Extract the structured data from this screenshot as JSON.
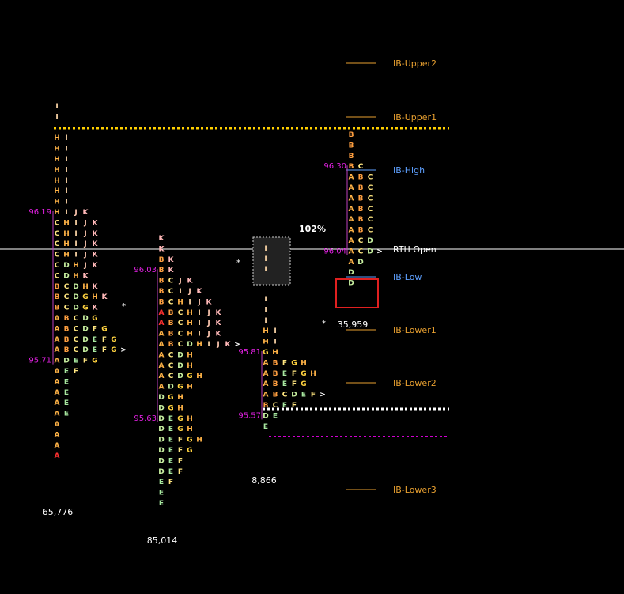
{
  "colors": {
    "background": "#000000",
    "A": "#ffb347",
    "B": "#ff9f40",
    "C": "#ffe680",
    "D": "#c8f0a0",
    "E": "#a8e8a0",
    "F": "#ffe680",
    "G": "#ffd23f",
    "H": "#ffb347",
    "I": "#ffd8a8",
    "J": "#ffc8b0",
    "K": "#ffb8b8",
    "accent_red": "#ff3030",
    "price_label": "#e020e0",
    "value_line": "#c040c0",
    "ib_upper": "#e8a030",
    "ib_high": "#5ea0ff",
    "rth_open": "#ffffff",
    "dotted_yellow": "#ffd000",
    "dotted_white": "#ffffff",
    "dotted_magenta": "#d000d0",
    "highlight_box": "#e02020"
  },
  "chart_data": {
    "type": "market-profile",
    "rows_top_to_bottom": "letters listed per price row",
    "profiles": [
      {
        "rows": [
          "I",
          "I",
          "",
          "HI",
          "HI",
          "HI",
          "HI",
          "HI",
          "HI",
          "HI",
          "HIJK",
          "CHIJK",
          "CHIJK",
          "CHIJK",
          "CHIJK",
          "CDHJK",
          "CDHK",
          "BCDHK",
          "BCDGHK",
          "BCDGK",
          "ABCDG",
          "ABCDFG",
          "ABCDEFG",
          "ABCDEFG>",
          "ADEFG",
          "AEF",
          "AE",
          "AE",
          "AE",
          "AE",
          "A",
          "A",
          "A",
          "A"
        ],
        "marks": [
          {
            "price_label": "96.19",
            "row": 10
          },
          {
            "price_label": "95.71",
            "row": 24
          }
        ],
        "star": "*",
        "volume": "65,776"
      },
      {
        "rows": [
          "K",
          "K",
          "BK",
          "BK",
          "BCJK",
          "BCIJK",
          "BCHIJK",
          "ABCHIJK",
          "ABCHIJK",
          "ABCHIJK",
          "ABCDHIJK>",
          "ACDH",
          "ACDH",
          "ACDGH",
          "ADGH",
          "DGH",
          "DGH",
          "DEGH",
          "DEGH",
          "DEFGH",
          "DEFG",
          "DEF",
          "DEF",
          "EF",
          "E",
          "E"
        ],
        "marks": [
          {
            "price_label": "96.03",
            "row": 3
          },
          {
            "price_label": "95.63",
            "row": 17
          }
        ],
        "star": "*",
        "volume": "85,014"
      },
      {
        "rows": [
          "I",
          "I",
          "I",
          "HI",
          "HI",
          "GH",
          "ABFGH",
          "ABEFGH",
          "ABEFG",
          "ABCDEF>",
          "BCEF",
          "DE",
          "E"
        ],
        "marks": [
          {
            "price_label": "95.81",
            "row": 5
          },
          {
            "price_label": "95.57",
            "row": 11
          }
        ],
        "boxed_rows": [
          "I",
          "I",
          "I"
        ],
        "star": "*",
        "volume": "8,866"
      },
      {
        "rows": [
          "B",
          "B",
          "B",
          "BC",
          "ABC",
          "ABC",
          "ABC",
          "ABC",
          "ABC",
          "ABC",
          "ACD",
          "ACD>",
          "AD",
          "D",
          "D"
        ],
        "marks": [
          {
            "price_label": "96.30",
            "row": 3
          },
          {
            "price_label": "96.04",
            "row": 11
          }
        ],
        "volume": "35,959",
        "pct_label": "102%"
      }
    ],
    "reference_levels": [
      {
        "name": "IB-Upper2"
      },
      {
        "name": "IB-Upper1"
      },
      {
        "name": "IB-High"
      },
      {
        "name": "RTH Open"
      },
      {
        "name": "IB-Low"
      },
      {
        "name": "IB-Lower1"
      },
      {
        "name": "IB-Lower2"
      },
      {
        "name": "IB-Lower3"
      }
    ]
  }
}
